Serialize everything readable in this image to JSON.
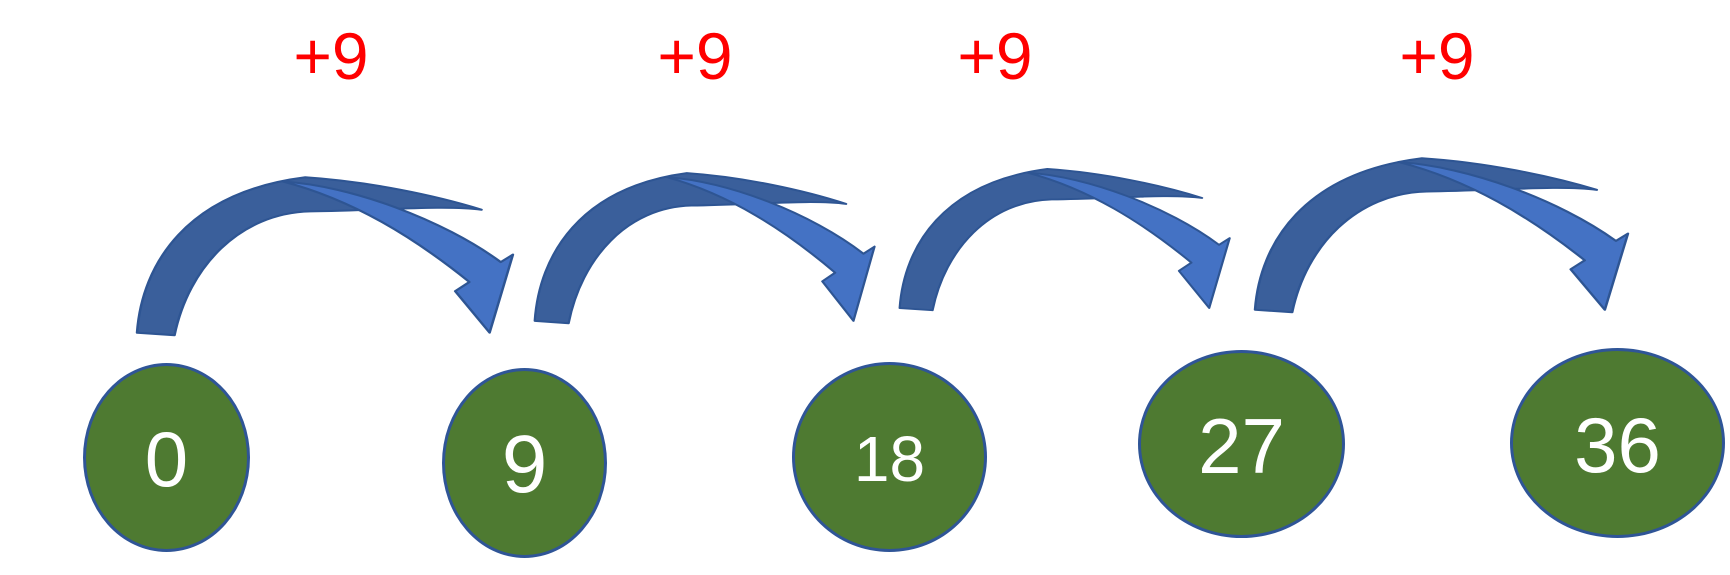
{
  "diagram": {
    "nodes": [
      {
        "value": "0"
      },
      {
        "value": "9"
      },
      {
        "value": "18"
      },
      {
        "value": "27"
      },
      {
        "value": "36"
      }
    ],
    "jumps": [
      {
        "label": "+9"
      },
      {
        "label": "+9"
      },
      {
        "label": "+9"
      },
      {
        "label": "+9"
      }
    ],
    "colors": {
      "circle_fill": "#4E7A31",
      "circle_border": "#2F5597",
      "arrow_light": "#4472C4",
      "arrow_dark": "#3A5F9B",
      "arrow_outline": "#2E5593",
      "label_red": "#FF0000",
      "node_text": "#FFFFFF"
    }
  }
}
